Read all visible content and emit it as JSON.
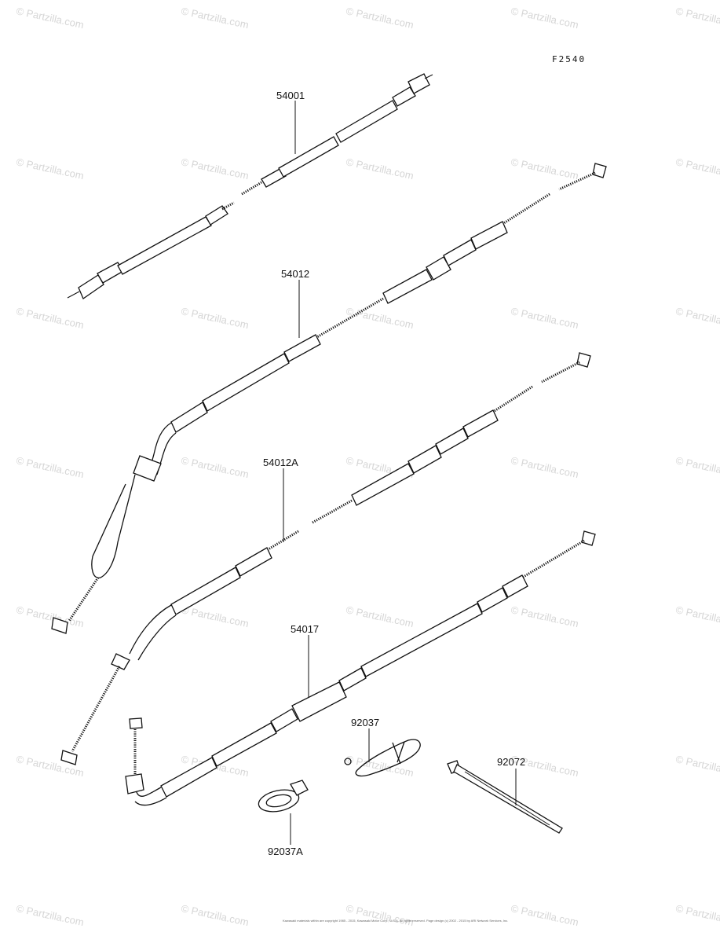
{
  "diagram": {
    "figure_code": "F2540",
    "parts": [
      {
        "id": "p54001",
        "number": "54001"
      },
      {
        "id": "p54012",
        "number": "54012"
      },
      {
        "id": "p54012a",
        "number": "54012A"
      },
      {
        "id": "p54017",
        "number": "54017"
      },
      {
        "id": "p92037",
        "number": "92037"
      },
      {
        "id": "p92037a",
        "number": "92037A"
      },
      {
        "id": "p92072",
        "number": "92072"
      }
    ],
    "watermark_text": "© Partzilla.com",
    "copyright": "Kawasaki materials within are copyright 1985 - 2015, Kawasaki Motor Corp., U.S.A. All rights reserved. Page design (c) 2002 - 2015 by ARI Network Services, Inc."
  }
}
